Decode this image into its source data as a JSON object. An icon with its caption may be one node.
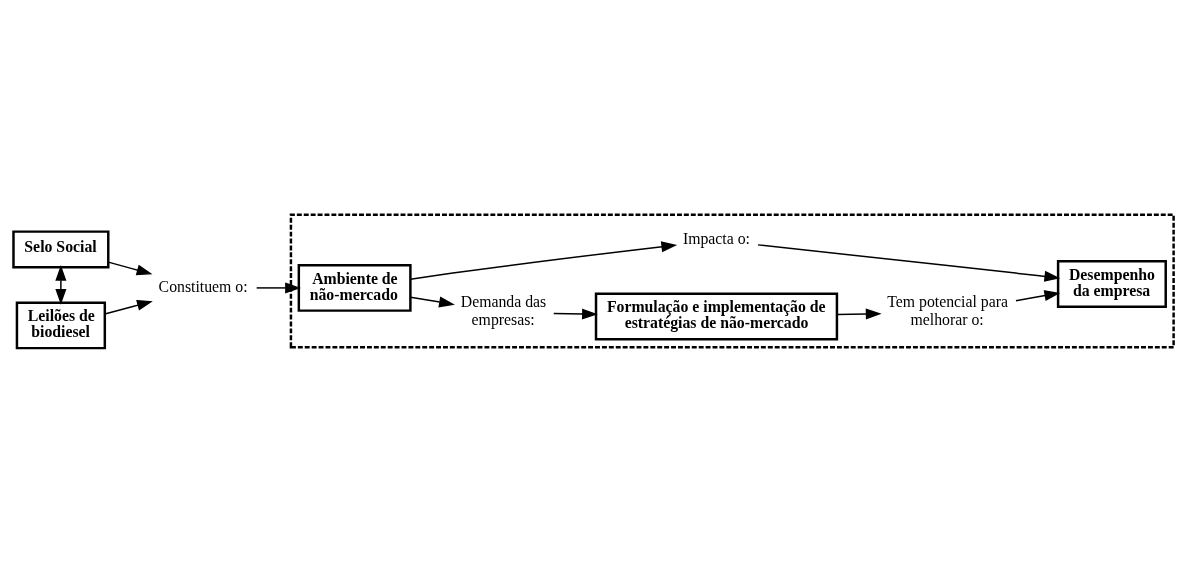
{
  "diagram": {
    "nodes": [
      {
        "text": [],
        "shape": "box"
      },
      {
        "text": [
          "Formulação e implementação de estratégias de não-mercado"
        ],
        "in": 0
      },
      {
        "text": [
          "Demanda das empresas:"
        ],
        "in": 0
      },
      {
        "text": [
          "Tem potencial para melhorar o:"
        ],
        "in": 0
      },
      {
        "text": [
          "Selo Social"
        ]
      },
      {
        "text": [
          "Constituem o:"
        ]
      },
      {
        "text": [
          "Ambiente de não-mercado"
        ],
        "in": 0
      },
      {
        "text": [
          "Impacta o:"
        ],
        "in": 0
      },
      {
        "text": [
          "Desempenho da empresa"
        ],
        "in": 0
      },
      {
        "text": [
          "Leilões de biodiesel"
        ]
      }
    ],
    "edges": [
      {
        "from": 4,
        "to": 9,
        "arrow": "both"
      },
      {
        "from": 4,
        "to": 5,
        "arrow": "to"
      },
      {
        "from": 9,
        "to": 5,
        "arrow": "to"
      },
      {
        "from": 5,
        "to": 6,
        "arrow": "to"
      },
      {
        "from": 6,
        "to": 2,
        "arrow": "to"
      },
      {
        "from": 2,
        "to": 1,
        "arrow": "to"
      },
      {
        "from": 1,
        "to": 3,
        "arrow": "to"
      },
      {
        "from": 3,
        "to": 8,
        "arrow": "to"
      },
      {
        "from": 6,
        "to": 7,
        "arrow": "to"
      },
      {
        "from": 7,
        "to": 8,
        "arrow": "to"
      }
    ]
  }
}
